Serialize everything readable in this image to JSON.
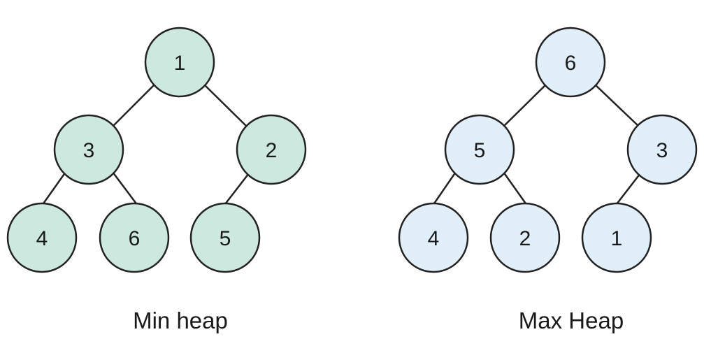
{
  "colors": {
    "min_heap_fill": "#cde9df",
    "max_heap_fill": "#e1effa",
    "stroke": "#222222",
    "text": "#1a1a1a",
    "background": "#ffffff"
  },
  "min_heap": {
    "label": "Min heap",
    "nodes": {
      "root": "1",
      "left": "3",
      "right": "2",
      "left_left": "4",
      "left_right": "6",
      "right_left": "5"
    }
  },
  "max_heap": {
    "label": "Max Heap",
    "nodes": {
      "root": "6",
      "left": "5",
      "right": "3",
      "left_left": "4",
      "left_right": "2",
      "right_left": "1"
    }
  }
}
